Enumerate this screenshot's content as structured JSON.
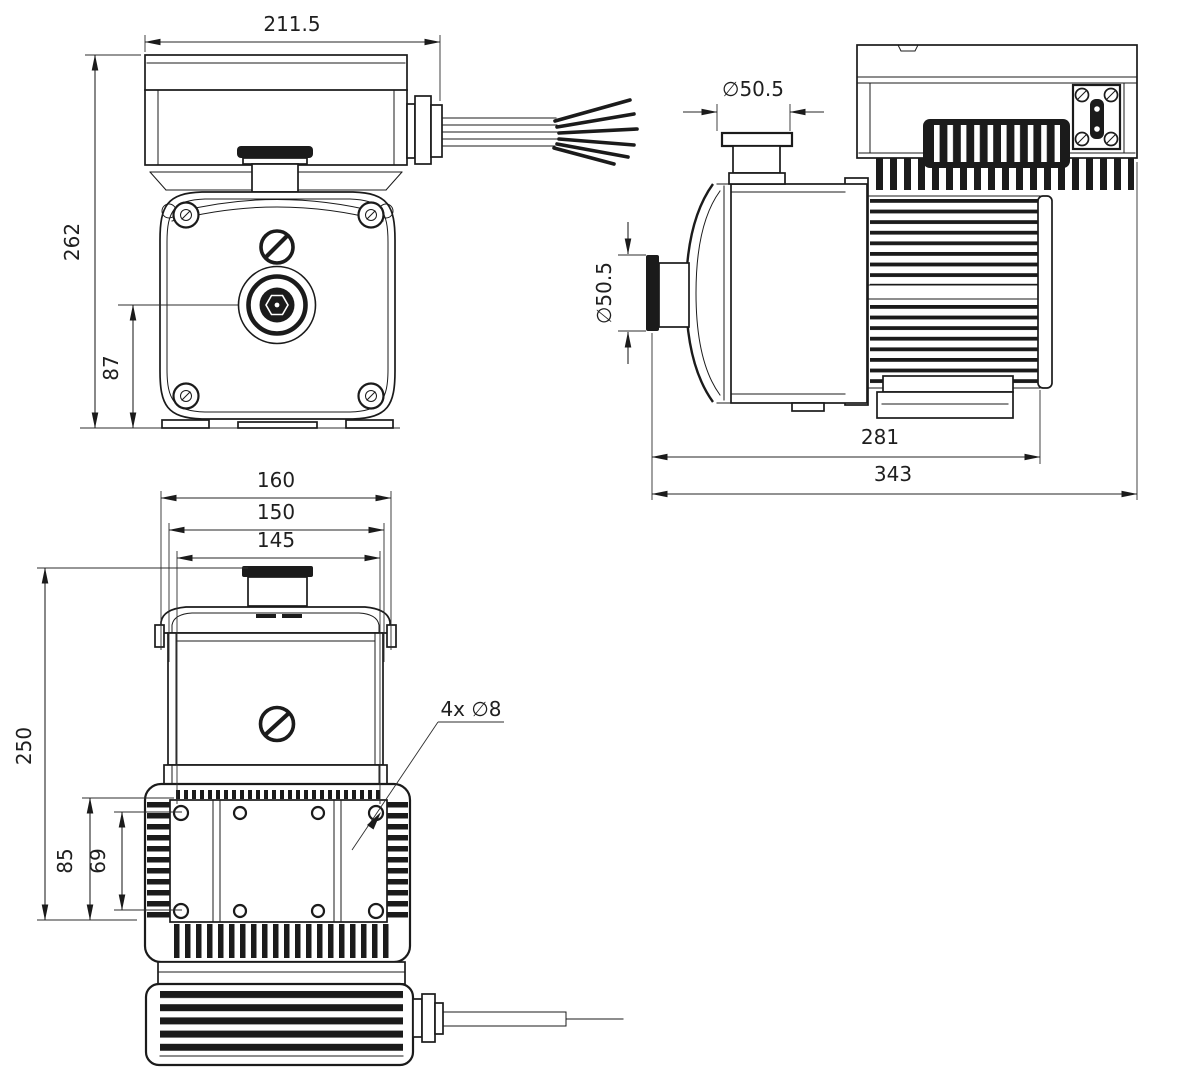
{
  "page": {
    "background": "#ffffff",
    "line_color": "#1b1b1b",
    "title": "pump-three-view-dimension-drawing"
  },
  "views": {
    "front": {
      "label": "front-view",
      "dims": {
        "overall_width": "211.5",
        "overall_height": "262",
        "port_center_height": "87"
      }
    },
    "side": {
      "label": "side-view",
      "dims": {
        "top_port_diameter": "∅50.5",
        "side_port_diameter": "∅50.5",
        "body_length": "281",
        "overall_length": "343"
      }
    },
    "bottom": {
      "label": "bottom-view",
      "dims": {
        "cover_width": "160",
        "body_width": "150",
        "bolt_span_width": "145",
        "overall_depth": "250",
        "mount_depth": "85",
        "bolt_span_depth": "69",
        "mount_holes_note": "4x ∅8"
      }
    }
  }
}
